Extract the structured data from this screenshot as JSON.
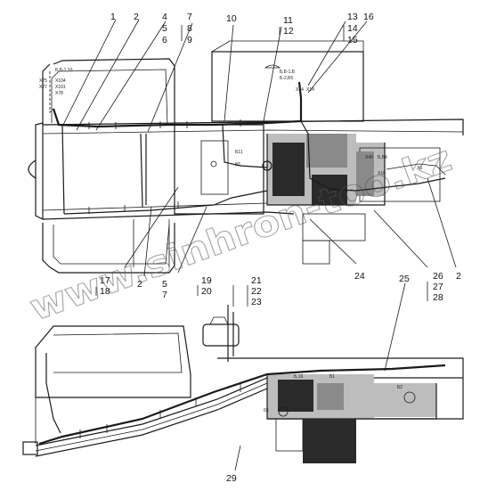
{
  "callouts": {
    "c1": "1",
    "c2": "2",
    "c4": "4",
    "c5": "5",
    "c6": "6",
    "c7": "7",
    "c8": "8",
    "c9": "9",
    "c10": "10",
    "c11": "11",
    "c12": "12",
    "c13": "13",
    "c14": "14",
    "c15": "15",
    "c16": "16",
    "c17": "17",
    "c18": "18",
    "c2b": "2",
    "c5b": "5",
    "c7b": "7",
    "c19": "19",
    "c20": "20",
    "c21": "21",
    "c22": "22",
    "c23": "23",
    "c24": "24",
    "c25": "25",
    "c26": "26",
    "c27": "27",
    "c28": "28",
    "c2c": "2",
    "c29": "29"
  },
  "tags": {
    "t1": "Б,Б-1,10",
    "t2": "X75",
    "t3": "X77",
    "t4": "X104",
    "t5": "X101",
    "t6": "X78",
    "t7": "Б,Б-1,Б",
    "t8": "Б-2,Б5",
    "t9": "X14",
    "t10": "X14",
    "t11": "Б11",
    "t12": "Б5",
    "t13": "X40",
    "t14": "Б,Б4",
    "t15": "X10",
    "t16": "X6",
    "t17": "Б,16",
    "t18": "Б1",
    "t19": "Б2",
    "t20": "63"
  },
  "watermark": "www.sinhron-too.kz"
}
